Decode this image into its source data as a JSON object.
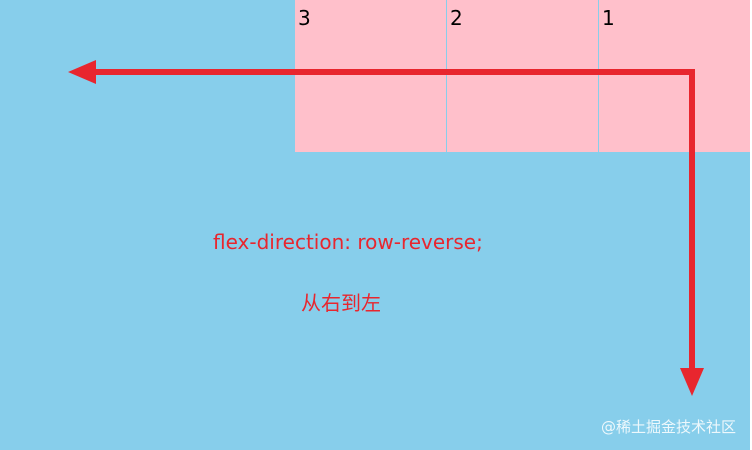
{
  "items": [
    {
      "label": "1"
    },
    {
      "label": "2"
    },
    {
      "label": "3"
    }
  ],
  "caption": {
    "css_rule": "flex-direction: row-reverse;",
    "meaning": "从右到左"
  },
  "watermark": "@稀土掘金技术社区",
  "colors": {
    "container_background": "#87ceeb",
    "item_background": "#ffc0cb",
    "arrow": "#e8262e",
    "caption_text": "#e8262e"
  }
}
